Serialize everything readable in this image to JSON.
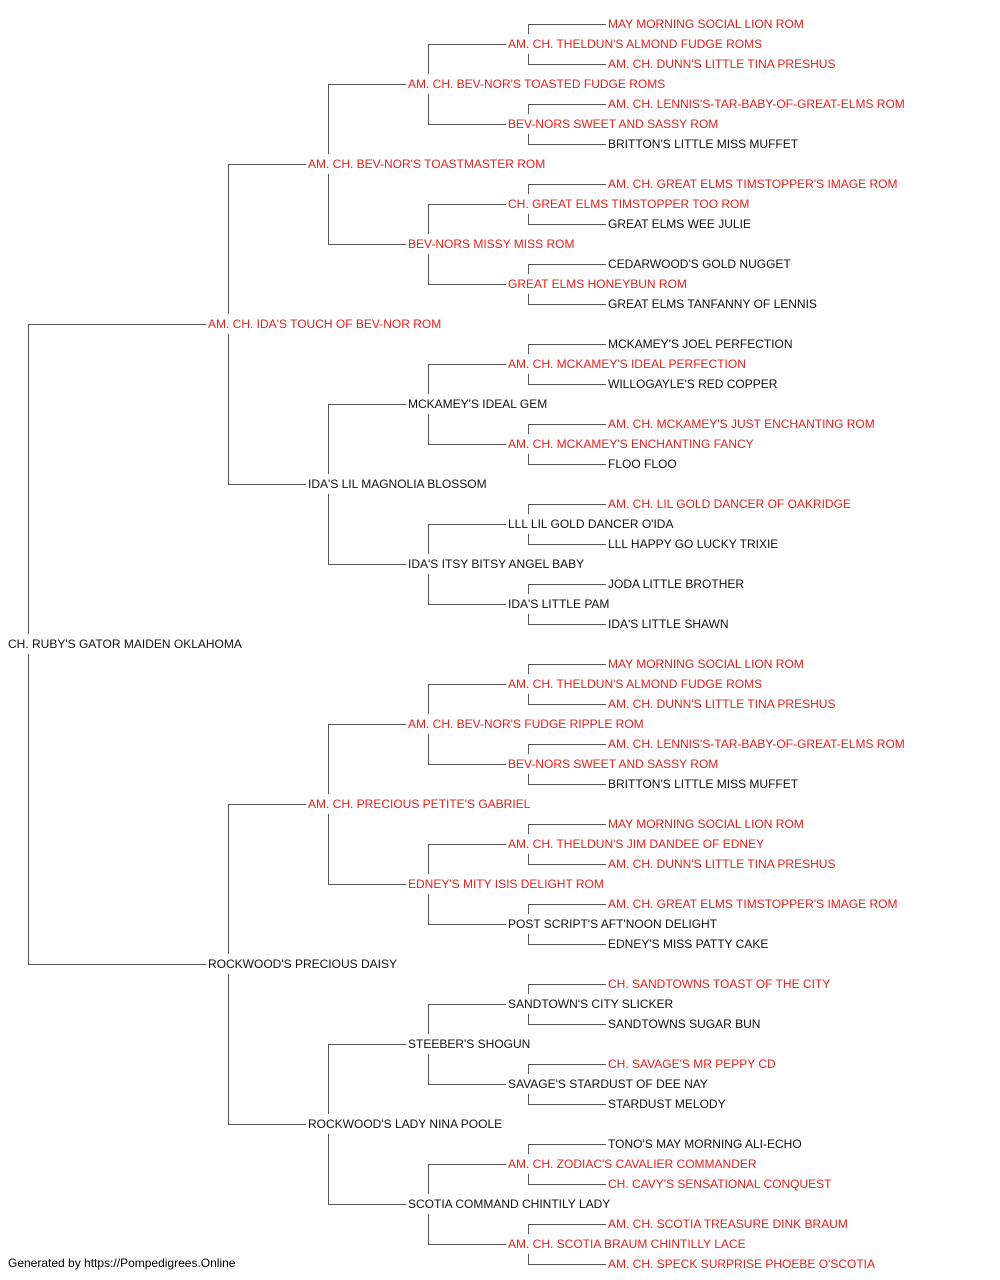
{
  "colors": {
    "champion": "#e8201c",
    "normal": "#111111",
    "connector": "#555555"
  },
  "pedigree": {
    "name": "CH. RUBY'S GATOR MAIDEN OKLAHOMA",
    "ch": false,
    "sire": {
      "name": "AM. CH. IDA'S TOUCH OF BEV-NOR ROM",
      "ch": true,
      "sire": {
        "name": "AM. CH. BEV-NOR'S TOASTMASTER ROM",
        "ch": true,
        "sire": {
          "name": "AM. CH. BEV-NOR'S TOASTED FUDGE ROMS",
          "ch": true,
          "sire": {
            "name": "AM. CH. THELDUN'S ALMOND FUDGE ROMS",
            "ch": true,
            "sire": {
              "name": "MAY MORNING SOCIAL LION ROM",
              "ch": true
            },
            "dam": {
              "name": "AM. CH. DUNN'S LITTLE TINA PRESHUS",
              "ch": true
            }
          },
          "dam": {
            "name": "BEV-NORS SWEET AND SASSY ROM",
            "ch": true,
            "sire": {
              "name": "AM. CH. LENNIS'S-TAR-BABY-OF-GREAT-ELMS ROM",
              "ch": true
            },
            "dam": {
              "name": "BRITTON'S LITTLE MISS MUFFET",
              "ch": false
            }
          }
        },
        "dam": {
          "name": "BEV-NORS MISSY MISS ROM",
          "ch": true,
          "sire": {
            "name": "CH. GREAT ELMS TIMSTOPPER TOO ROM",
            "ch": true,
            "sire": {
              "name": "AM. CH. GREAT ELMS TIMSTOPPER'S IMAGE ROM",
              "ch": true
            },
            "dam": {
              "name": "GREAT ELMS WEE JULIE",
              "ch": false
            }
          },
          "dam": {
            "name": "GREAT ELMS HONEYBUN ROM",
            "ch": true,
            "sire": {
              "name": "CEDARWOOD'S GOLD NUGGET",
              "ch": false
            },
            "dam": {
              "name": "GREAT ELMS TANFANNY OF LENNIS",
              "ch": false
            }
          }
        }
      },
      "dam": {
        "name": "IDA'S LIL MAGNOLIA BLOSSOM",
        "ch": false,
        "sire": {
          "name": "MCKAMEY'S IDEAL GEM",
          "ch": false,
          "sire": {
            "name": "AM. CH. MCKAMEY'S IDEAL PERFECTION",
            "ch": true,
            "sire": {
              "name": "MCKAMEY'S JOEL PERFECTION",
              "ch": false
            },
            "dam": {
              "name": "WILLOGAYLE'S RED COPPER",
              "ch": false
            }
          },
          "dam": {
            "name": "AM. CH. MCKAMEY'S ENCHANTING FANCY",
            "ch": true,
            "sire": {
              "name": "AM. CH. MCKAMEY'S JUST ENCHANTING ROM",
              "ch": true
            },
            "dam": {
              "name": "FLOO FLOO",
              "ch": false
            }
          }
        },
        "dam": {
          "name": "IDA'S ITSY BITSY ANGEL BABY",
          "ch": false,
          "sire": {
            "name": "LLL LIL GOLD DANCER O'IDA",
            "ch": false,
            "sire": {
              "name": "AM. CH. LIL GOLD DANCER OF OAKRIDGE",
              "ch": true
            },
            "dam": {
              "name": "LLL HAPPY GO LUCKY TRIXIE",
              "ch": false
            }
          },
          "dam": {
            "name": "IDA'S LITTLE PAM",
            "ch": false,
            "sire": {
              "name": "JODA LITTLE BROTHER",
              "ch": false
            },
            "dam": {
              "name": "IDA'S LITTLE SHAWN",
              "ch": false
            }
          }
        }
      }
    },
    "dam": {
      "name": "ROCKWOOD'S PRECIOUS DAISY",
      "ch": false,
      "sire": {
        "name": "AM. CH. PRECIOUS PETITE'S GABRIEL",
        "ch": true,
        "sire": {
          "name": "AM. CH. BEV-NOR'S FUDGE RIPPLE ROM",
          "ch": true,
          "sire": {
            "name": "AM. CH. THELDUN'S ALMOND FUDGE ROMS",
            "ch": true,
            "sire": {
              "name": "MAY MORNING SOCIAL LION ROM",
              "ch": true
            },
            "dam": {
              "name": "AM. CH. DUNN'S LITTLE TINA PRESHUS",
              "ch": true
            }
          },
          "dam": {
            "name": "BEV-NORS SWEET AND SASSY ROM",
            "ch": true,
            "sire": {
              "name": "AM. CH. LENNIS'S-TAR-BABY-OF-GREAT-ELMS ROM",
              "ch": true
            },
            "dam": {
              "name": "BRITTON'S LITTLE MISS MUFFET",
              "ch": false
            }
          }
        },
        "dam": {
          "name": "EDNEY'S MITY ISIS DELIGHT ROM",
          "ch": true,
          "sire": {
            "name": "AM. CH. THELDUN'S JIM DANDEE OF EDNEY",
            "ch": true,
            "sire": {
              "name": "MAY MORNING SOCIAL LION ROM",
              "ch": true
            },
            "dam": {
              "name": "AM. CH. DUNN'S LITTLE TINA PRESHUS",
              "ch": true
            }
          },
          "dam": {
            "name": "POST SCRIPT'S AFT'NOON DELIGHT",
            "ch": false,
            "sire": {
              "name": "AM. CH. GREAT ELMS TIMSTOPPER'S IMAGE ROM",
              "ch": true
            },
            "dam": {
              "name": "EDNEY'S MISS PATTY CAKE",
              "ch": false
            }
          }
        }
      },
      "dam": {
        "name": "ROCKWOOD'S LADY NINA POOLE",
        "ch": false,
        "sire": {
          "name": "STEEBER'S SHOGUN",
          "ch": false,
          "sire": {
            "name": "SANDTOWN'S CITY SLICKER",
            "ch": false,
            "sire": {
              "name": "CH. SANDTOWNS TOAST OF THE CITY",
              "ch": true
            },
            "dam": {
              "name": "SANDTOWNS SUGAR BUN",
              "ch": false
            }
          },
          "dam": {
            "name": "SAVAGE'S STARDUST OF DEE NAY",
            "ch": false,
            "sire": {
              "name": "CH. SAVAGE'S MR PEPPY CD",
              "ch": true
            },
            "dam": {
              "name": "STARDUST MELODY",
              "ch": false
            }
          }
        },
        "dam": {
          "name": "SCOTIA COMMAND CHINTILY LADY",
          "ch": false,
          "sire": {
            "name": "AM. CH. ZODIAC'S CAVALIER COMMANDER",
            "ch": true,
            "sire": {
              "name": "TONO'S MAY MORNING ALI-ECHO",
              "ch": false
            },
            "dam": {
              "name": "CH. CAVY'S SENSATIONAL CONQUEST",
              "ch": true
            }
          },
          "dam": {
            "name": "AM. CH. SCOTIA BRAUM CHINTILLY LACE",
            "ch": true,
            "sire": {
              "name": "AM. CH. SCOTIA TREASURE DINK BRAUM",
              "ch": true
            },
            "dam": {
              "name": "AM. CH. SPECK SURPRISE PHOEBE O'SCOTIA",
              "ch": true
            }
          }
        }
      }
    }
  },
  "footer": {
    "text": "Generated by https://Pompedigrees.Online"
  }
}
